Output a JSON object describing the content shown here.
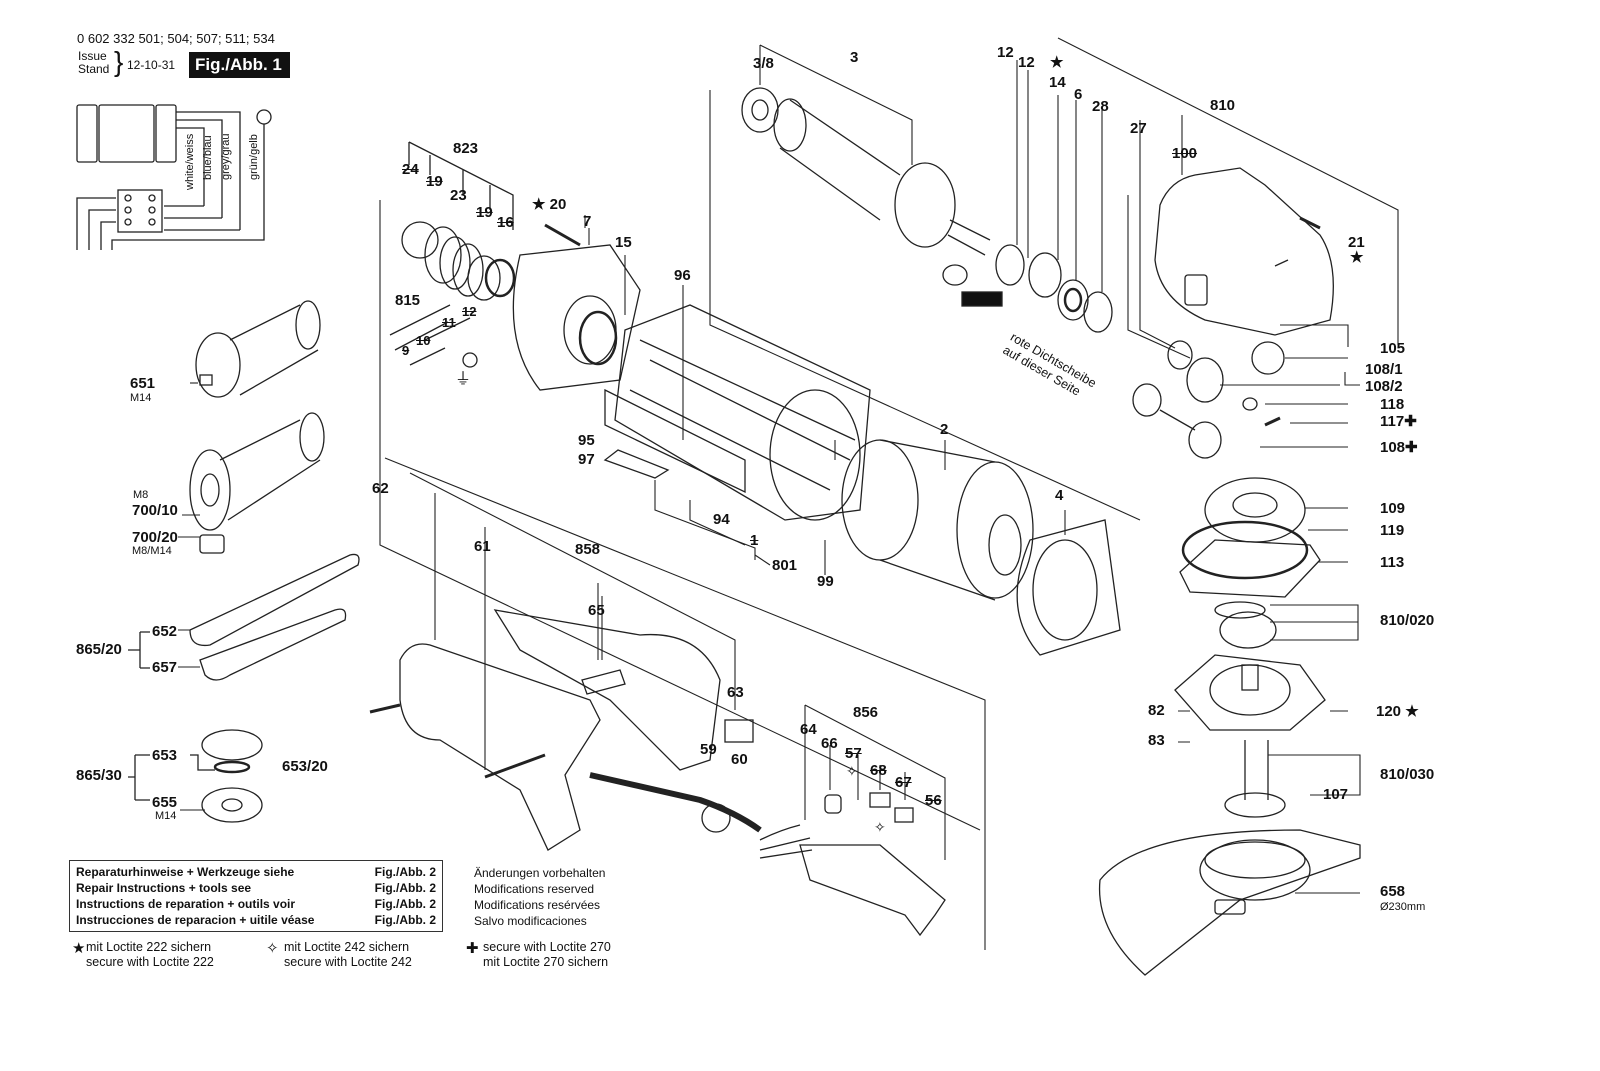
{
  "header": {
    "part_numbers": "0 602 332 501; 504; 507; 511; 534",
    "issue_label": "Issue",
    "stand_label": "Stand",
    "issue_date": "12-10-31",
    "figure_label": "Fig./Abb. 1"
  },
  "wiring": {
    "wire_labels": [
      "white/weiss",
      "blue/blau",
      "grey/grau",
      "grün/gelb"
    ],
    "ground_icon": "ground-symbol"
  },
  "parts": {
    "p651": "651",
    "p651_sub": "M14",
    "p700_10_sub": "M8",
    "p700_10": "700/10",
    "p700_20": "700/20",
    "p700_20_sub": "M8/M14",
    "p865_20": "865/20",
    "p652": "652",
    "p657": "657",
    "p865_30": "865/30",
    "p653": "653",
    "p653_20": "653/20",
    "p655": "655",
    "p655_sub": "M14",
    "p823": "823",
    "p24": "24",
    "p19a": "19",
    "p23": "23",
    "p19b": "19",
    "p16": "16",
    "p20": "20",
    "p7": "7",
    "p15": "15",
    "p815": "815",
    "p12s": "12",
    "p11": "11",
    "p10": "10",
    "p9": "9",
    "p96": "96",
    "p95": "95",
    "p97": "97",
    "p94": "94",
    "p1": "1",
    "p801": "801",
    "p99": "99",
    "p38": "3/8",
    "p3": "3",
    "p12a": "12",
    "p12b": "12",
    "p14": "14",
    "p6": "6",
    "p28": "28",
    "p27": "27",
    "p810": "810",
    "p100": "100",
    "p21": "21",
    "p105": "105",
    "p108_1": "108/1",
    "p108_2": "108/2",
    "p118": "118",
    "p117": "117",
    "p108": "108",
    "p2": "2",
    "p4": "4",
    "p109": "109",
    "p119": "119",
    "p113": "113",
    "p810_020": "810/020",
    "p82": "82",
    "p120": "120",
    "p83": "83",
    "p810_030": "810/030",
    "p107": "107",
    "p658": "658",
    "p658_sub": "Ø230mm",
    "p62": "62",
    "p61": "61",
    "p858": "858",
    "p65": "65",
    "p63": "63",
    "p59": "59",
    "p60": "60",
    "p856": "856",
    "p64": "64",
    "p66": "66",
    "p57": "57",
    "p68": "68",
    "p67": "67",
    "p56": "56"
  },
  "annotation": {
    "red_seal_line1": "rote Dichtscheibe",
    "red_seal_line2": "auf dieser Seite"
  },
  "notes": {
    "rows": [
      {
        "text": "Reparaturhinweise + Werkzeuge siehe",
        "ref": "Fig./Abb. 2"
      },
      {
        "text": "Repair Instructions + tools see",
        "ref": "Fig./Abb. 2"
      },
      {
        "text": "Instructions de reparation + outils voir",
        "ref": "Fig./Abb. 2"
      },
      {
        "text": "Instrucciones de reparacion + uitile véase",
        "ref": "Fig./Abb. 2"
      }
    ]
  },
  "modifications": [
    "Änderungen vorbehalten",
    "Modifications reserved",
    "Modifications resérvées",
    "Salvo modificaciones"
  ],
  "legend": [
    {
      "icon": "star-icon",
      "glyph": "★",
      "line1": "mit Loctite 222 sichern",
      "line2": "secure with Loctite 222"
    },
    {
      "icon": "four-point-star-icon",
      "glyph": "✧",
      "line1": "mit Loctite 242 sichern",
      "line2": "secure with Loctite 242"
    },
    {
      "icon": "clover-icon",
      "glyph": "✚",
      "line1": "secure with Loctite 270",
      "line2": "mit Loctite 270 sichern"
    }
  ],
  "symbols": {
    "star": "★",
    "clover": "✚"
  }
}
